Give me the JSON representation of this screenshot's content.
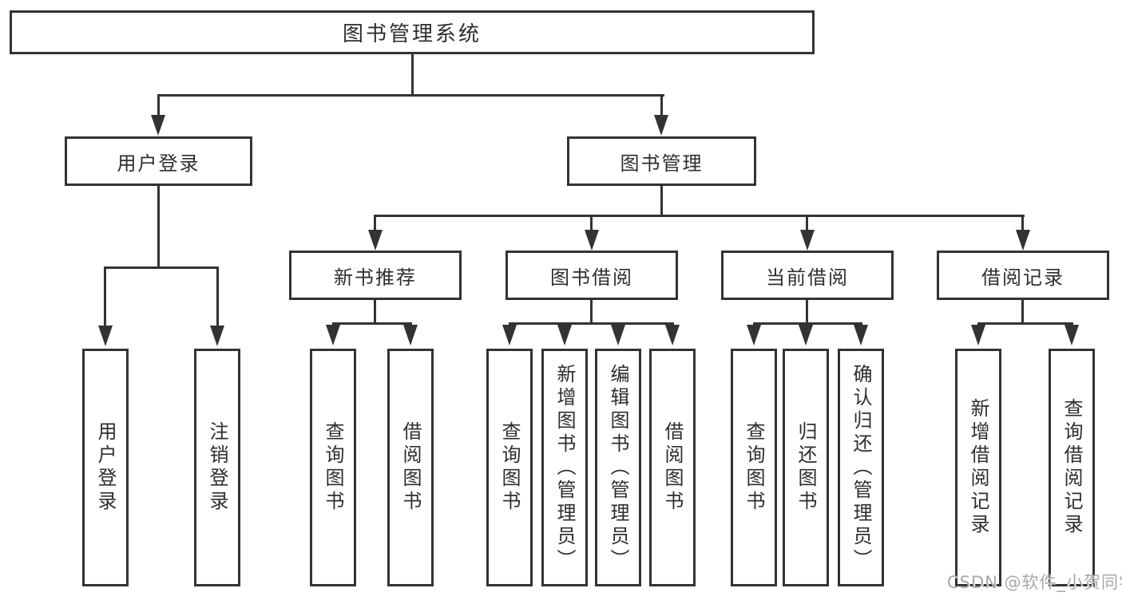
{
  "colors": {
    "line": "#333333",
    "box_border": "#333333",
    "box_fill": "#ffffff",
    "text": "#2e2e2e",
    "watermark": "#a8a8a8",
    "background": "#ffffff"
  },
  "tree": {
    "root_label": "图书管理系统",
    "children": [
      {
        "label": "用户登录",
        "children": [
          {
            "label": "用户登录"
          },
          {
            "label": "注销登录"
          }
        ]
      },
      {
        "label": "图书管理",
        "children": [
          {
            "label": "新书推荐",
            "children": [
              {
                "label": "查询图书"
              },
              {
                "label": "借阅图书"
              }
            ]
          },
          {
            "label": "图书借阅",
            "children": [
              {
                "label": "查询图书"
              },
              {
                "label": "新增图书（管理员）"
              },
              {
                "label": "编辑图书（管理员）"
              },
              {
                "label": "借阅图书"
              }
            ]
          },
          {
            "label": "当前借阅",
            "children": [
              {
                "label": "查询图书"
              },
              {
                "label": "归还图书"
              },
              {
                "label": "确认归还（管理员）"
              }
            ]
          },
          {
            "label": "借阅记录",
            "children": [
              {
                "label": "新增借阅记录"
              },
              {
                "label": "查询借阅记录"
              }
            ]
          }
        ]
      }
    ]
  },
  "watermark": {
    "text": "CSDN @软件_小贺同学"
  }
}
